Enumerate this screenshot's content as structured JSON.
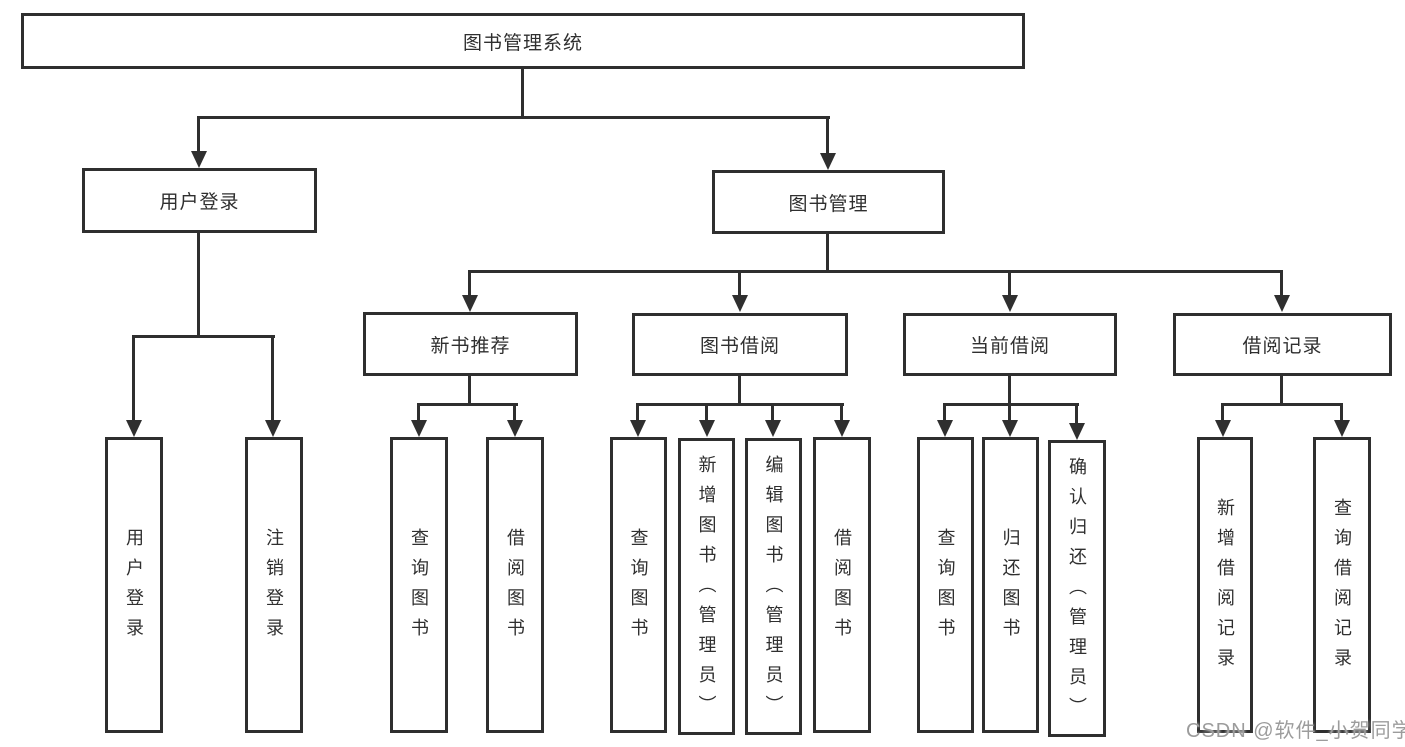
{
  "tree": {
    "root": "图书管理系统",
    "children": [
      {
        "label": "用户登录",
        "children": [
          "用户登录",
          "注销登录"
        ]
      },
      {
        "label": "图书管理",
        "children": [
          {
            "label": "新书推荐",
            "children": [
              "查询图书",
              "借阅图书"
            ]
          },
          {
            "label": "图书借阅",
            "children": [
              "查询图书",
              "新增图书（管理员）",
              "编辑图书（管理员）",
              "借阅图书"
            ]
          },
          {
            "label": "当前借阅",
            "children": [
              "查询图书",
              "归还图书",
              "确认归还（管理员）"
            ]
          },
          {
            "label": "借阅记录",
            "children": [
              "新增借阅记录",
              "查询借阅记录"
            ]
          }
        ]
      }
    ]
  },
  "watermark": {
    "text": "CSDN @软件_小贺同学"
  },
  "colors": {
    "line": "#2f2f2f",
    "background": "#ffffff",
    "watermark": "#9c9c9c"
  }
}
